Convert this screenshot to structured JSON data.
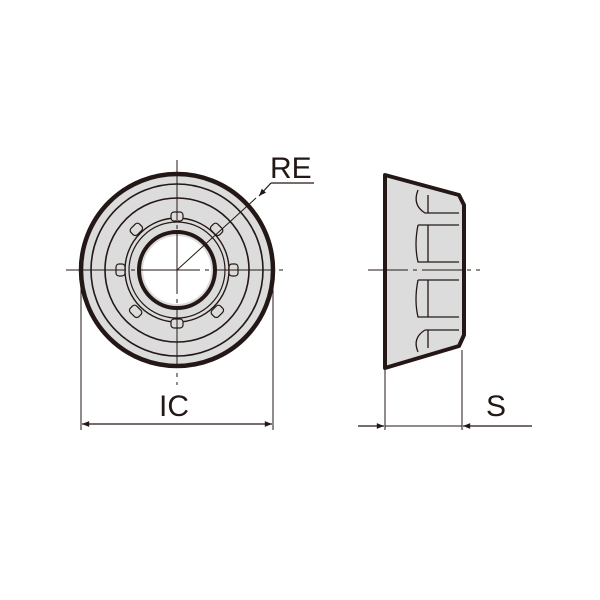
{
  "diagram": {
    "title": "Round insert drawing (front view and side view)",
    "labels": {
      "corner_radius": "RE",
      "inscribed_circle": "IC",
      "thickness": "S"
    },
    "colors": {
      "line": "#231815",
      "fill": "#dcdcdc",
      "background": "#ffffff"
    }
  }
}
